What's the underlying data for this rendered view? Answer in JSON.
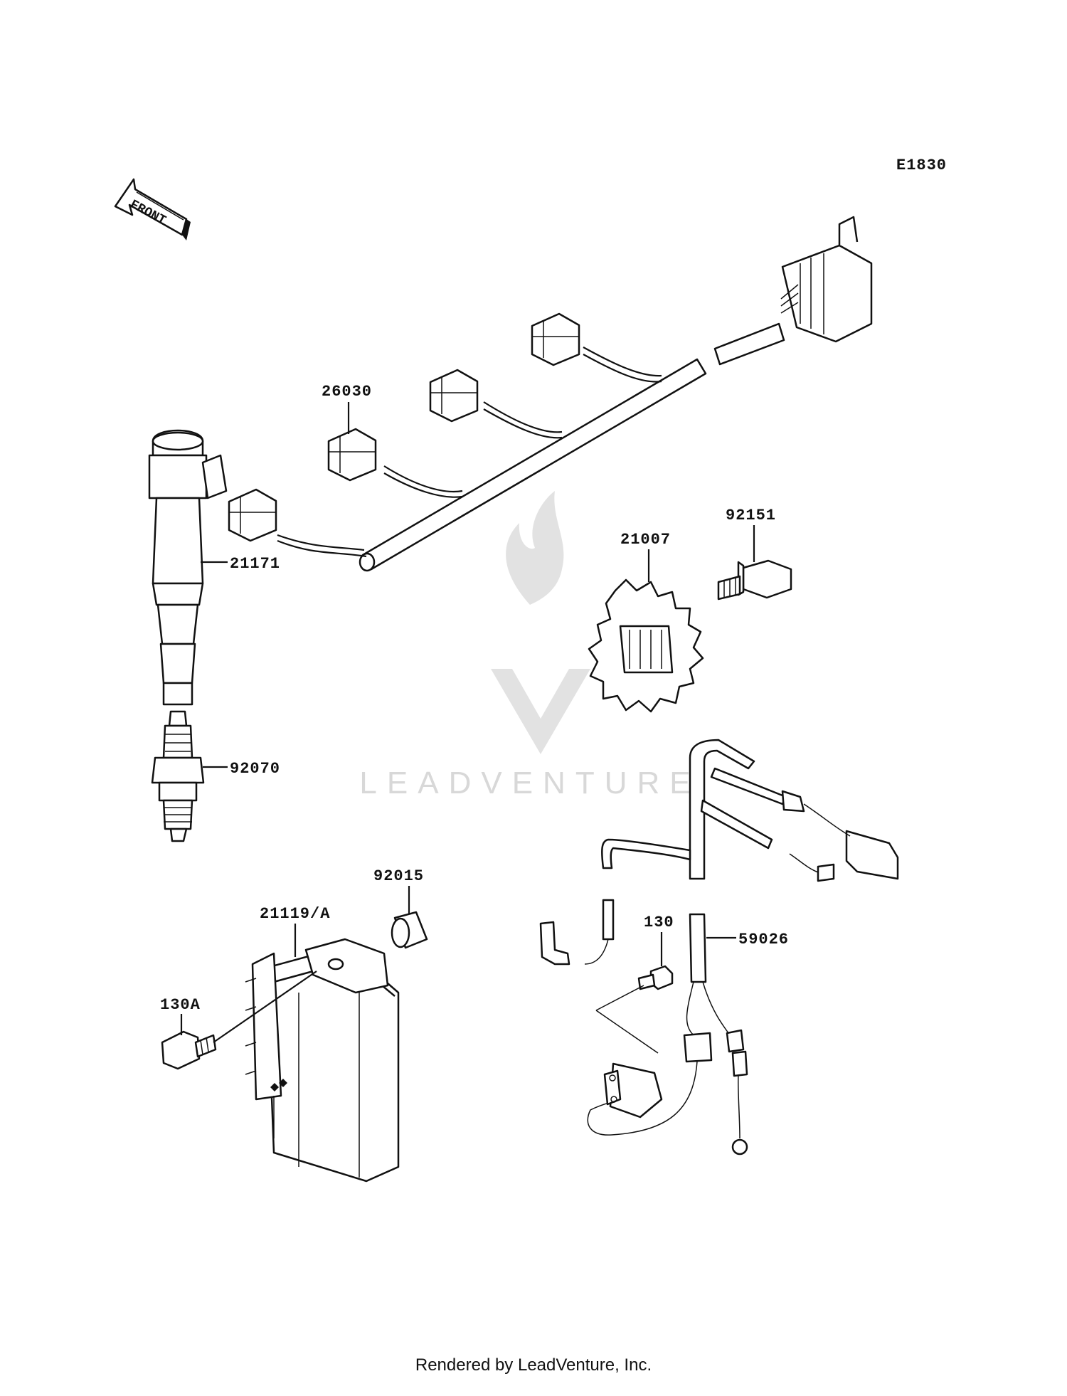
{
  "diagram_code": "E1830",
  "front_label": "FRONT",
  "watermark_text": "LEADVENTURE",
  "footer": "Rendered by LeadVenture, Inc.",
  "parts": {
    "harness_26030": "26030",
    "coil_21171": "21171",
    "plug_92070": "92070",
    "rotor_21007": "21007",
    "bolt_92151": "92151",
    "ecu_21119": "21119/A",
    "damper_92015": "92015",
    "bolt_130a": "130A",
    "bolt_130": "130",
    "sensor_59026": "59026"
  },
  "colors": {
    "ink": "#111111",
    "watermark": "#d6d6d6"
  }
}
